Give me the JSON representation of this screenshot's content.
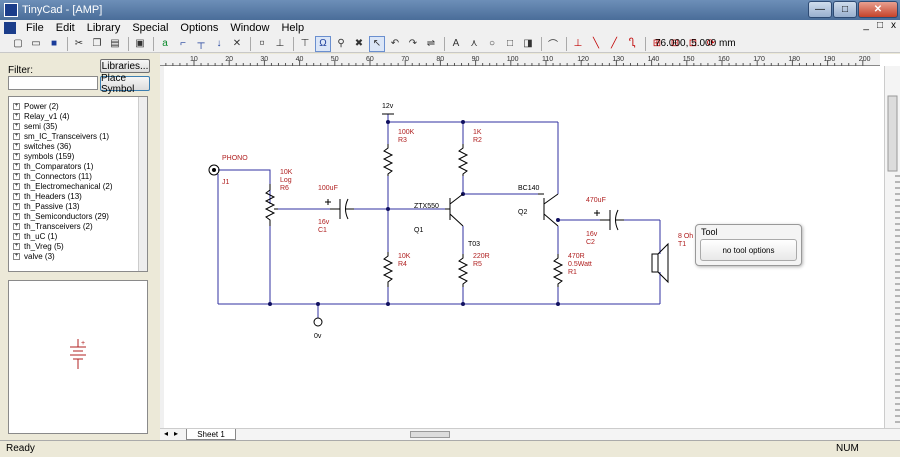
{
  "window": {
    "title": "TinyCad - [AMP]",
    "minimize": "—",
    "maximize": "□",
    "close": "✕"
  },
  "menu": {
    "items": [
      "File",
      "Edit",
      "Library",
      "Special",
      "Options",
      "Window",
      "Help"
    ],
    "doc_min": "_",
    "doc_max": "□",
    "doc_close": "x"
  },
  "toolbar": {
    "coords": "76.000,   5.000 mm"
  },
  "library": {
    "filter_label": "Filter:",
    "filter_value": "",
    "libraries_button": "Libraries...",
    "place_button": "Place Symbol",
    "items": [
      "Power (2)",
      "Relay_v1 (4)",
      "semi (35)",
      "sm_IC_Transceivers (1)",
      "switches (36)",
      "symbols (159)",
      "th_Comparators (1)",
      "th_Connectors (11)",
      "th_Electromechanical (2)",
      "th_Headers (13)",
      "th_Passive (13)",
      "th_Semiconductors (29)",
      "th_Transceivers (2)",
      "th_uC (1)",
      "th_Vreg (5)",
      "valve (3)"
    ]
  },
  "ruler": {
    "ticks": [
      "10",
      "20",
      "30",
      "40",
      "50",
      "60",
      "70",
      "80",
      "90",
      "100",
      "110",
      "120",
      "130",
      "140",
      "150",
      "160",
      "170",
      "180",
      "190",
      "200"
    ]
  },
  "schematic": {
    "vcc": "12v",
    "gnd": "0v",
    "phono": "PHONO",
    "j1": "J1",
    "r6_val": "10K",
    "r6_note": "Log",
    "r6": "R6",
    "c1_val": "100uF",
    "c1_v": "16v",
    "c1": "C1",
    "r3_val": "100K",
    "r3": "R3",
    "r2_val": "1K",
    "r2": "R2",
    "q1_type": "ZTX550",
    "q1": "Q1",
    "t03": "T03",
    "r4_val": "10K",
    "r4": "R4",
    "r5_val": "220R",
    "r5": "R5",
    "q2_type": "BC140",
    "q2": "Q2",
    "c2_val": "470uF",
    "c2_v": "16v",
    "c2": "C2",
    "r1_val": "470R",
    "r1_note": "0.5Watt",
    "r1": "R1",
    "t1_val": "8 Oh",
    "t1": "T1"
  },
  "tool_popup": {
    "title": "Tool",
    "message": "no tool options"
  },
  "sheet_tab": "Sheet 1",
  "status": {
    "left": "Ready",
    "right": "NUM"
  }
}
